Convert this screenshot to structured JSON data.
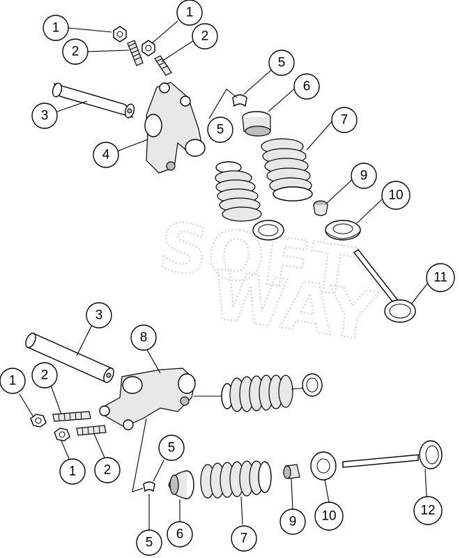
{
  "watermark": {
    "line1": "SOFT",
    "line2": "WAY"
  },
  "callouts": {
    "top_1a": "1",
    "top_1b": "1",
    "top_2a": "2",
    "top_2b": "2",
    "top_3": "3",
    "top_4": "4",
    "top_5a": "5",
    "top_5b": "5",
    "top_6": "6",
    "top_7": "7",
    "top_9": "9",
    "top_10": "10",
    "top_11": "11",
    "bot_3": "3",
    "bot_8": "8",
    "bot_1a": "1",
    "bot_2a": "2",
    "bot_1b": "1",
    "bot_2b": "2",
    "bot_5a": "5",
    "bot_5b": "5",
    "bot_6": "6",
    "bot_7": "7",
    "bot_9": "9",
    "bot_10": "10",
    "bot_12": "12"
  }
}
